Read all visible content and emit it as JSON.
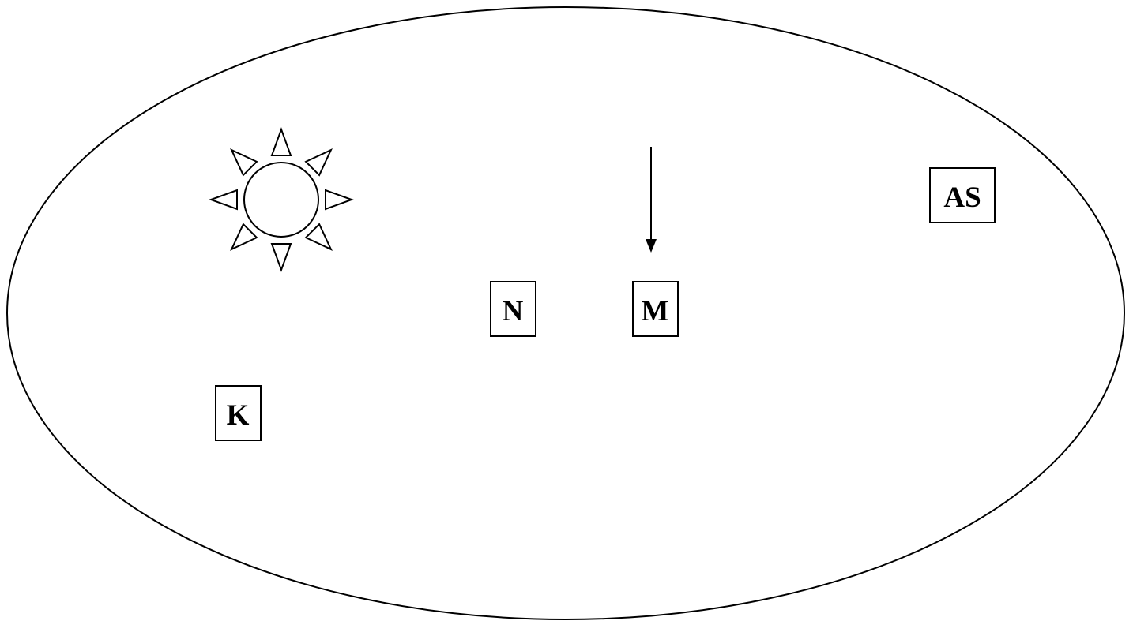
{
  "labels": {
    "as": "AS",
    "n": "N",
    "m": "M",
    "k": "K"
  },
  "icons": {
    "sun": "sun-icon",
    "arrow": "arrow-down-icon"
  },
  "colors": {
    "stroke": "#000000",
    "background": "#ffffff"
  }
}
